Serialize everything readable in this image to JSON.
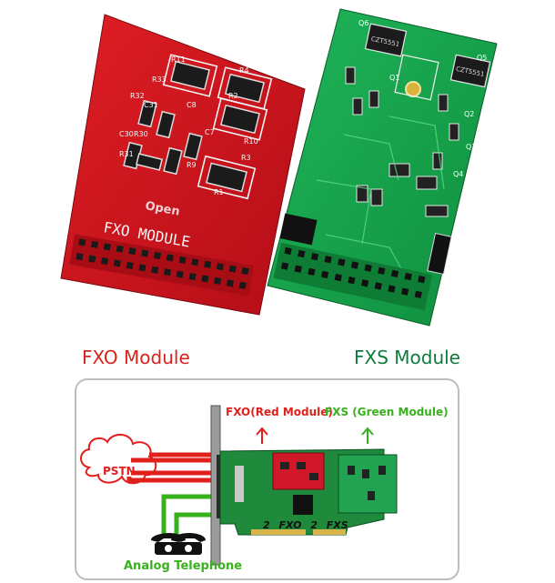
{
  "photos": {
    "fxo_silkscreen": [
      "R11",
      "R4",
      "R2",
      "R33",
      "R32",
      "C31",
      "C8",
      "C30",
      "R30",
      "C7",
      "R10",
      "R31",
      "R9",
      "R3",
      "R1",
      "Open",
      "FXO MODULE"
    ],
    "fxs_silkscreen": [
      "Q6",
      "CZT5551",
      "Q5",
      "Q1",
      "Q2",
      "Q3",
      "Q4"
    ]
  },
  "captions": {
    "fxo": "FXO Module",
    "fxs": "FXS Module"
  },
  "diagram": {
    "fxo_label": "FXO(Red Module)",
    "fxs_label": "FXS (Green Module)",
    "pstn": "PSTN",
    "ports_label": "2 FXO 2 FXS",
    "analog": "Analog Telephone"
  },
  "colors": {
    "red_pcb": "#c8101c",
    "green_pcb": "#17a24a",
    "caption_red": "#d8231c",
    "caption_green": "#0f7a3d",
    "line_red": "#e0201c",
    "line_green": "#38b21c"
  }
}
